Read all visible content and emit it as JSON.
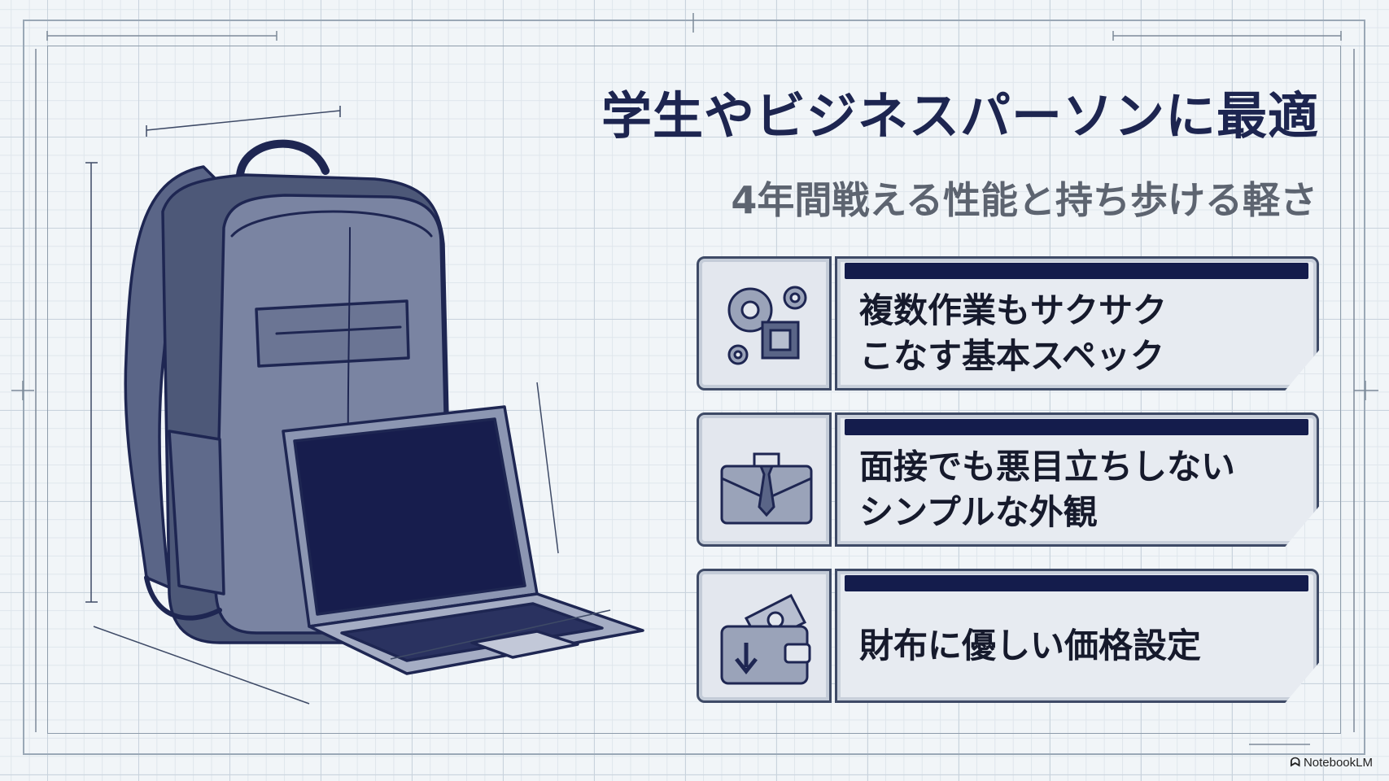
{
  "title": "学生やビジネスパーソンに最適",
  "subtitle": "4年間戦える性能と持ち歩ける軽さ",
  "cards": [
    {
      "icon": "gear-chip-icon",
      "line1": "複数作業もサクサク",
      "line2": "こなす基本スペック"
    },
    {
      "icon": "briefcase-tie-icon",
      "line1": "面接でも悪目立ちしない",
      "line2": "シンプルな外観"
    },
    {
      "icon": "wallet-price-down-icon",
      "line1": "財布に優しい価格設定",
      "line2": ""
    }
  ],
  "logo": "NotebookLM",
  "colors": {
    "navy": "#141c4c",
    "title": "#1d2550",
    "subtitle": "#5d6470",
    "grid": "#c9d3dd"
  }
}
